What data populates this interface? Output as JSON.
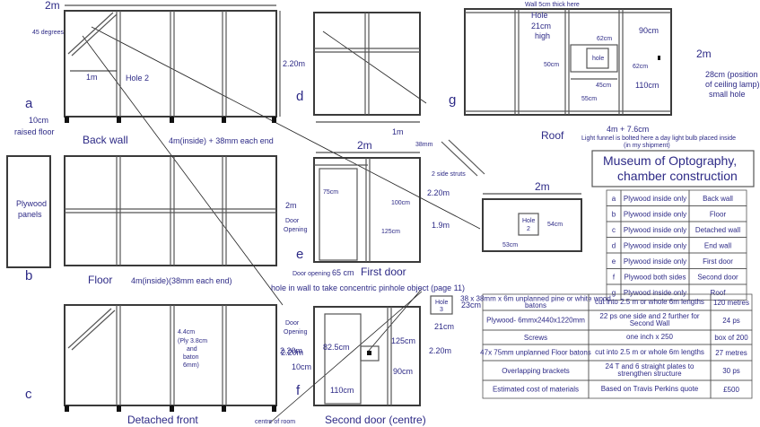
{
  "panel_a": {
    "letter": "a",
    "top_dim": "2m",
    "angle": "45 degrees",
    "span": "1m",
    "hole": "Hole  2",
    "height": "2.20m",
    "raised_floor": "10cm\nraised floor",
    "raised_floor_1": "10cm",
    "raised_floor_2": "raised floor",
    "title": "Back wall",
    "width_note": "4m(inside) + 38mm each end"
  },
  "panel_d": {
    "letter": "d",
    "span": "1m"
  },
  "panel_g": {
    "letter": "g",
    "wall_note": "Wall 5cm thick here",
    "hole": "Hole",
    "hole_size_1": "21cm",
    "hole_size_2": "high",
    "d62_top": "62cm",
    "d50": "50cm",
    "hole_inner": "hole",
    "d62_side": "62cm",
    "d45": "45cm",
    "d55": "55cm",
    "d90": "90cm",
    "d110": "110cm",
    "height": "2m",
    "lamp_1": "28cm (position",
    "lamp_2": "of ceiling lamp)",
    "lamp_3": "small hole",
    "title": "Roof",
    "width": "4m + 7.6cm",
    "funnel_1": "Light funnel is bolted here a day light bulb placed inside",
    "funnel_2": "(in my shipment)"
  },
  "panel_b": {
    "letter": "b",
    "plywood": [
      "Plywood",
      "panels"
    ],
    "height": "2m",
    "title": "Floor",
    "width_note": "4m(inside)(38mm each end)"
  },
  "panel_e": {
    "letter": "e",
    "top": "2m",
    "d38": "38mm",
    "struts": "2 side struts",
    "height": "2.20m",
    "d75": "75cm",
    "d100": "100cm",
    "door": [
      "Door",
      "Opening"
    ],
    "d125": "125cm",
    "d19": "1.9m",
    "door_opening": "Door opening",
    "d65": "65 cm",
    "title": "First door"
  },
  "hole2_panel": {
    "top": "2m",
    "hole": [
      "Hole",
      "2"
    ],
    "d54": "54cm",
    "d53": "53cm"
  },
  "panel_c": {
    "letter": "c",
    "height": "2.20m",
    "d44": "4.4cm",
    "ply_note": [
      "(Ply 3.8cm",
      "and",
      "baton",
      "6mm)"
    ],
    "title": "Detached front",
    "centre": "centre of room"
  },
  "panel_f": {
    "letter": "f",
    "hole_note": "hole in wall to take concentric pinhole object (page 11)",
    "hole3": [
      "Hole",
      "3"
    ],
    "d23": "23cm",
    "d21": "21cm",
    "door": [
      "Door",
      "Opening"
    ],
    "d825": "82.5cm",
    "d125": "125cm",
    "height_l": "2.20m",
    "height_r": "2.20m",
    "d10": "10cm",
    "d90": "90cm",
    "d110": "110cm",
    "title": "Second door (centre)"
  },
  "museum": {
    "title_1": "Museum of Optography,",
    "title_2": "chamber construction"
  },
  "legend": [
    {
      "id": "a",
      "desc": "Plywood inside only",
      "name": "Back wall"
    },
    {
      "id": "b",
      "desc": "Plywood inside only",
      "name": "Floor"
    },
    {
      "id": "c",
      "desc": "Plywood inside only",
      "name": "Detached wall"
    },
    {
      "id": "d",
      "desc": "Plywood inside only",
      "name": "End wall"
    },
    {
      "id": "e",
      "desc": "Plywood inside only",
      "name": "First door"
    },
    {
      "id": "f",
      "desc": "Plywood both sides",
      "name": "Second door"
    },
    {
      "id": "g",
      "desc": "Plywood inside only",
      "name": "Roof"
    }
  ],
  "materials": [
    {
      "item": [
        "38 x 38mm x 6m unplanned pine or white wood",
        "batons"
      ],
      "detail": [
        "cut into 2.5 m or whole 6m lengths"
      ],
      "qty": "120 metres"
    },
    {
      "item": [
        "Plywood- 6mmx2440x1220mm"
      ],
      "detail": [
        "22 ps one side and 2 further for",
        "Second Wall"
      ],
      "qty": "24 ps"
    },
    {
      "item": [
        "Screws"
      ],
      "detail": [
        "one inch x 250"
      ],
      "qty": "box of 200"
    },
    {
      "item": [
        "47x 75mm unplanned Floor batons"
      ],
      "detail": [
        "cut into 2.5 m or whole 6m lengths"
      ],
      "qty": "27 metres"
    },
    {
      "item": [
        "Overlapping brackets"
      ],
      "detail": [
        "24 T and 6 straight plates to",
        "strengthen structure"
      ],
      "qty": "30 ps"
    },
    {
      "item": [
        "Estimated  cost of materials"
      ],
      "detail": [
        "Based on Travis Perkins quote"
      ],
      "qty": "£500"
    }
  ]
}
